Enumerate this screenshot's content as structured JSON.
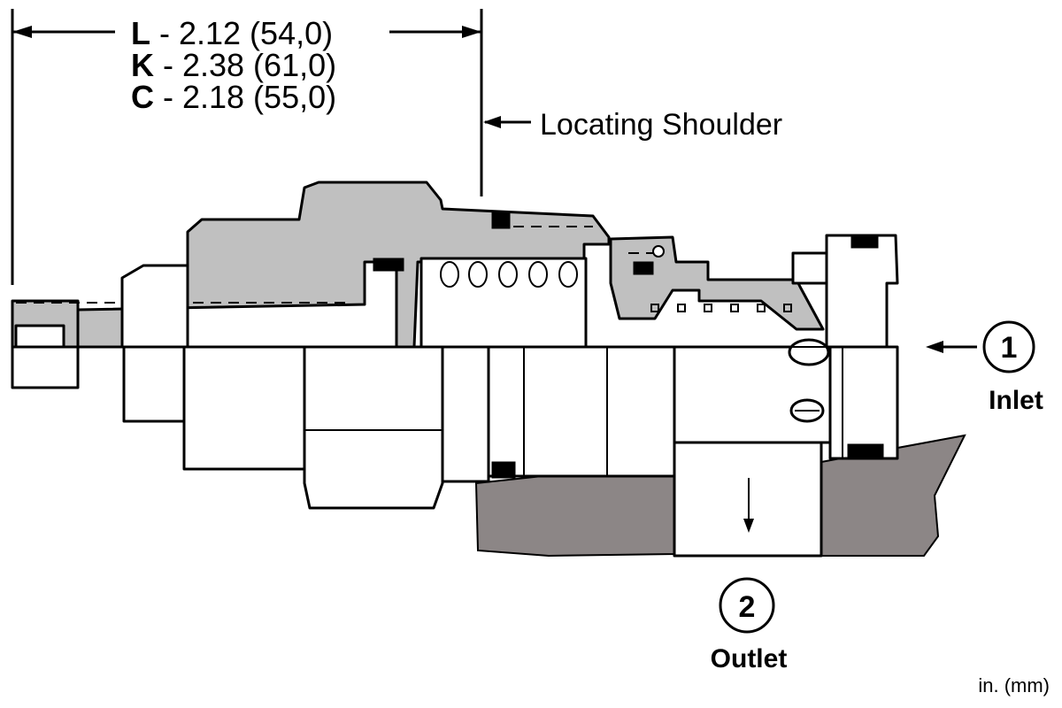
{
  "dimensions": [
    {
      "code": "L",
      "value": " - 2.12 (54,0)"
    },
    {
      "code": "K",
      "value": " - 2.38 (61,0)"
    },
    {
      "code": "C",
      "value": " - 2.18 (55,0)"
    }
  ],
  "labels": {
    "locating_shoulder": "Locating Shoulder",
    "units": "in. (mm)"
  },
  "ports": [
    {
      "number": "1",
      "name": "Inlet"
    },
    {
      "number": "2",
      "name": "Outlet"
    }
  ],
  "colors": {
    "body_gray": "#c0c0c0",
    "cavity_dark": "#8c8686",
    "line": "#000000"
  }
}
